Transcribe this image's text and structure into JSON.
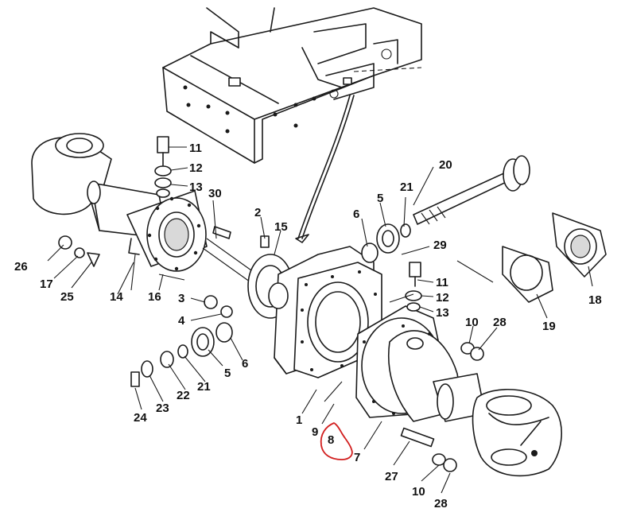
{
  "diagram": {
    "labels": {
      "p1": "1",
      "p2": "2",
      "p3": "3",
      "p4": "4",
      "p5a": "5",
      "p5b": "5",
      "p6a": "6",
      "p6b": "6",
      "p7": "7",
      "p8": "8",
      "p9": "9",
      "p10a": "10",
      "p10b": "10",
      "p11a": "11",
      "p11b": "11",
      "p12a": "12",
      "p12b": "12",
      "p13a": "13",
      "p13b": "13",
      "p14": "14",
      "p15": "15",
      "p16": "16",
      "p17": "17",
      "p18": "18",
      "p19": "19",
      "p20": "20",
      "p21a": "21",
      "p21b": "21",
      "p22": "22",
      "p23": "23",
      "p24": "24",
      "p25": "25",
      "p26": "26",
      "p27": "27",
      "p28a": "28",
      "p28b": "28",
      "p29": "29",
      "p30": "30"
    },
    "highlight_color": "#d21f1f"
  }
}
